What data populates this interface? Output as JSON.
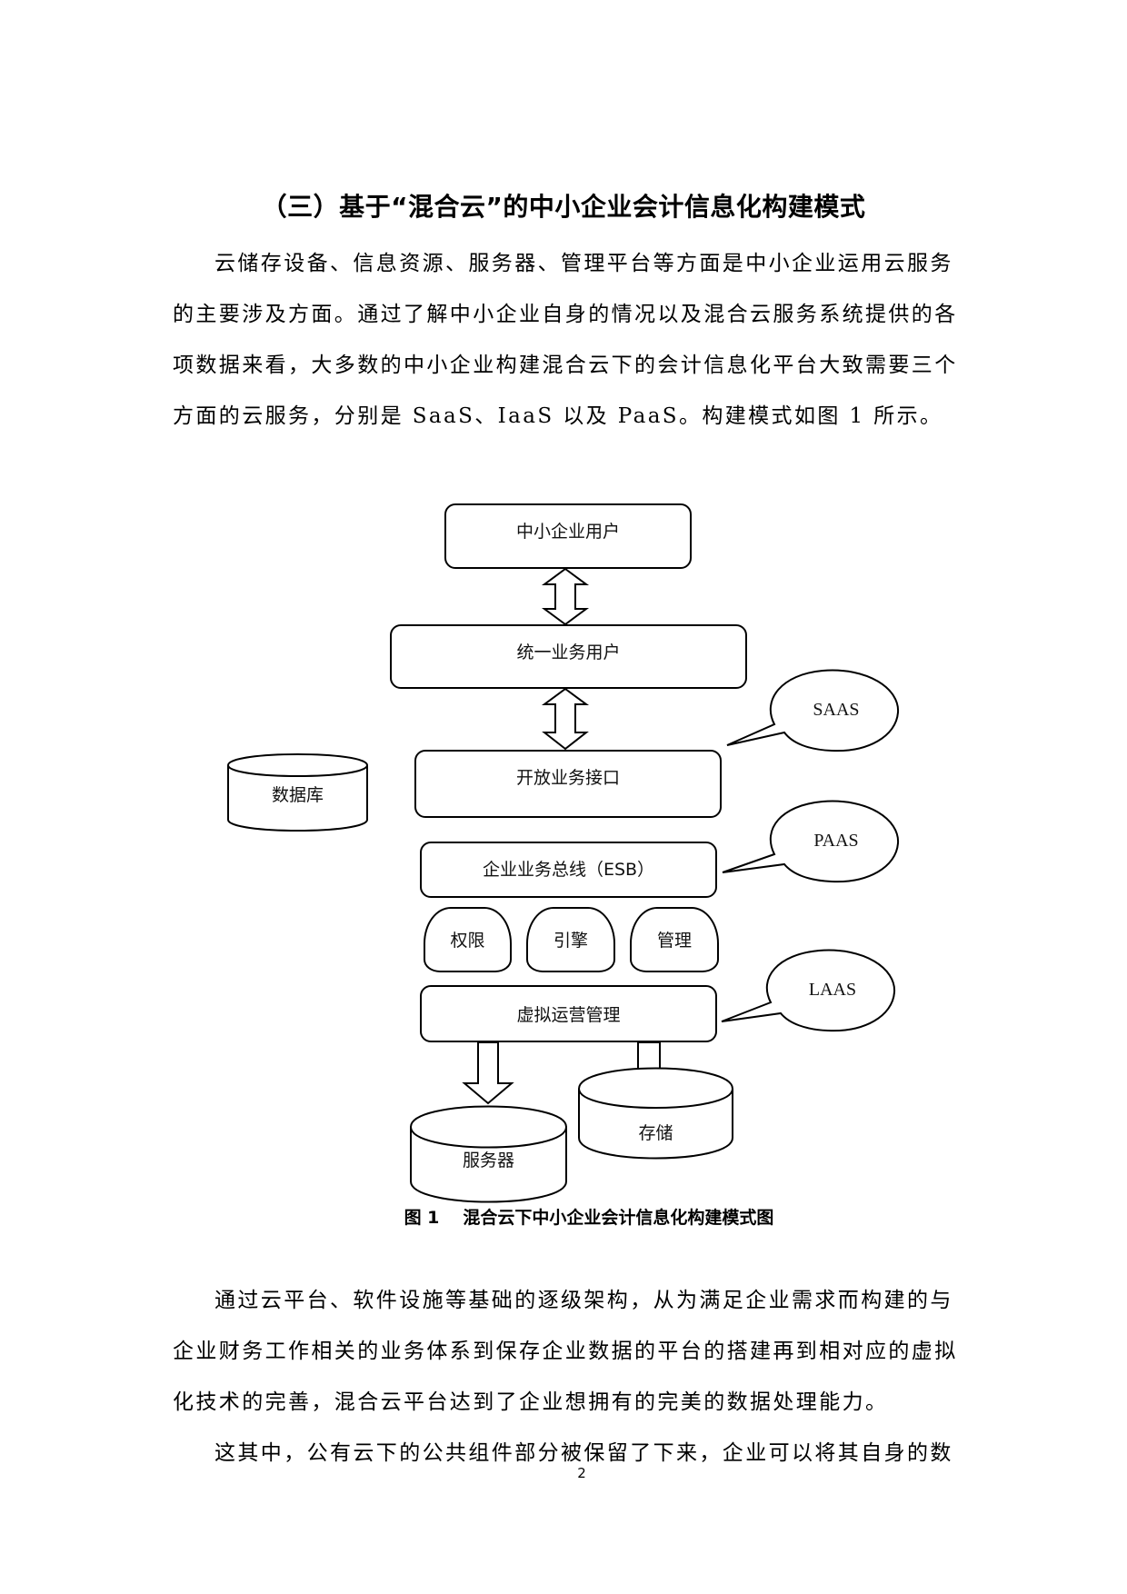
{
  "section": {
    "heading": "（三）基于“混合云”的中小企业会计信息化构建模式"
  },
  "paragraph1": {
    "lines": [
      "云储存设备、信息资源、服务器、管理平台等方面是中小企业运用云服务",
      "的主要涉及方面。通过了解中小企业自身的情况以及混合云服务系统提供的各",
      "项数据来看，大多数的中小企业构建混合云下的会计信息化平台大致需要三个",
      "方面的云服务，分别是 SaaS、IaaS 以及 PaaS。构建模式如图 1 所示。"
    ]
  },
  "diagram": {
    "nodes": {
      "sme_users": "中小企业用户",
      "unified_business_users": "统一业务用户",
      "open_business_interface": "开放业务接口",
      "database": "数据库",
      "esb": "企业业务总线（ESB）",
      "permissions": "权限",
      "engine": "引擎",
      "management": "管理",
      "virtual_ops_management": "虚拟运营管理",
      "server": "服务器",
      "storage": "存储"
    },
    "callouts": {
      "saas": "SAAS",
      "paas": "PAAS",
      "laas": "LAAS"
    },
    "caption": {
      "number": "图 1",
      "title": "混合云下中小企业会计信息化构建模式图"
    }
  },
  "paragraph2": {
    "lines": [
      "通过云平台、软件设施等基础的逐级架构，从为满足企业需求而构建的与",
      "企业财务工作相关的业务体系到保存企业数据的平台的搭建再到相对应的虚拟",
      "化技术的完善，混合云平台达到了企业想拥有的完美的数据处理能力。"
    ]
  },
  "paragraph3": {
    "lines": [
      "这其中，公有云下的公共组件部分被保留了下来，企业可以将其自身的数"
    ]
  },
  "footer": {
    "page_number": "2"
  }
}
